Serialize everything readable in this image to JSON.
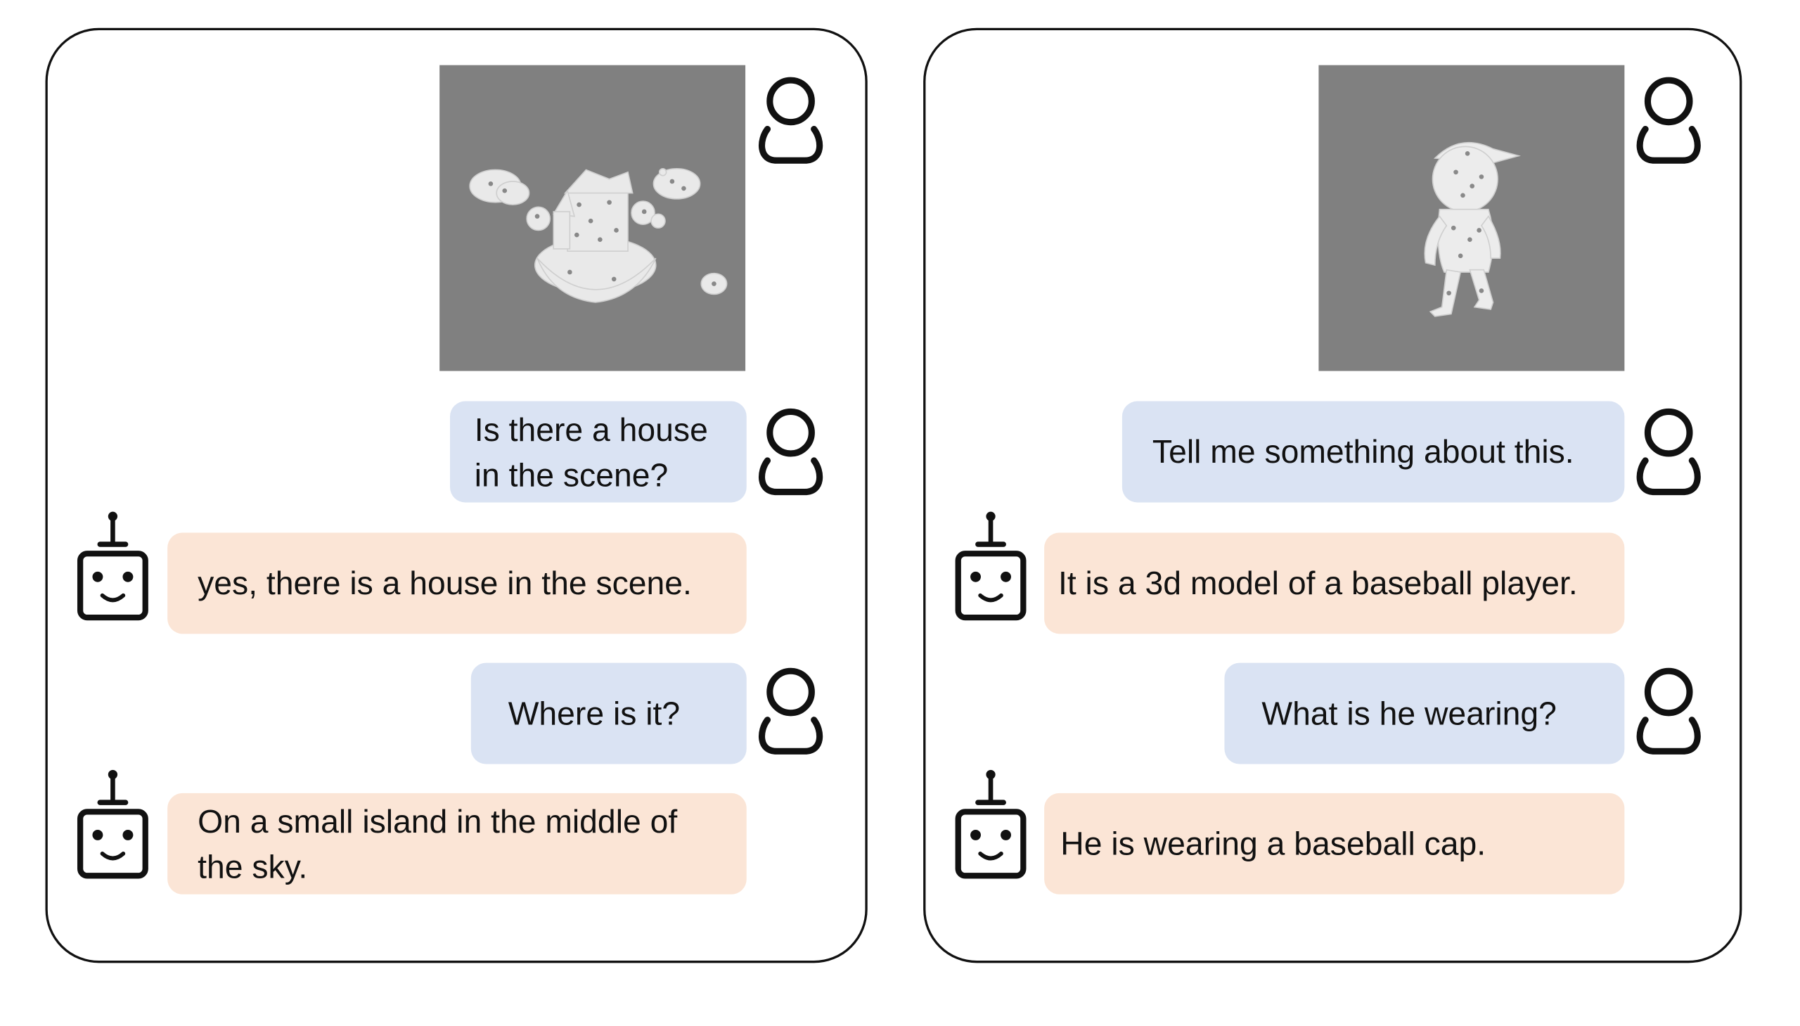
{
  "conversations": [
    {
      "image": {
        "subject": "house-on-floating-island-point-cloud",
        "background": "#808080"
      },
      "messages": [
        {
          "role": "user",
          "lines": [
            "Is there a house",
            "in the scene?"
          ]
        },
        {
          "role": "assistant",
          "lines": [
            "yes, there is a house in the scene."
          ]
        },
        {
          "role": "user",
          "lines": [
            "Where is it?"
          ]
        },
        {
          "role": "assistant",
          "lines": [
            "On a small island in the middle of",
            "the sky."
          ]
        }
      ]
    },
    {
      "image": {
        "subject": "baseball-player-point-cloud",
        "background": "#808080"
      },
      "messages": [
        {
          "role": "user",
          "lines": [
            "Tell me something about this."
          ]
        },
        {
          "role": "assistant",
          "lines": [
            "It is a 3d model of a baseball player."
          ]
        },
        {
          "role": "user",
          "lines": [
            "What is he wearing?"
          ]
        },
        {
          "role": "assistant",
          "lines": [
            "He is wearing a baseball cap."
          ]
        }
      ]
    }
  ],
  "colors": {
    "user_bubble": "#dae3f3",
    "assistant_bubble": "#fbe5d6",
    "panel_border": "#111111",
    "image_background": "#808080"
  },
  "icons": {
    "user": "person-outline-icon",
    "assistant": "robot-face-icon"
  }
}
